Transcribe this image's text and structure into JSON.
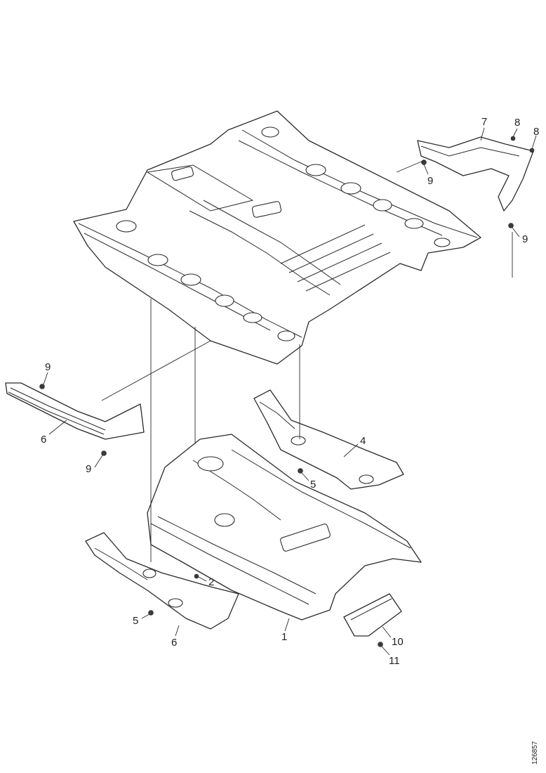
{
  "diagram": {
    "callouts": {
      "c1": "1",
      "c2": "2",
      "c4": "4",
      "c5a": "5",
      "c5b": "5",
      "c6a": "6",
      "c6b": "6",
      "c7": "7",
      "c8a": "8",
      "c8b": "8",
      "c9a": "9",
      "c9b": "9",
      "c9c": "9",
      "c9d": "9",
      "c10": "10",
      "c11": "11"
    },
    "reference_code": "126857"
  }
}
